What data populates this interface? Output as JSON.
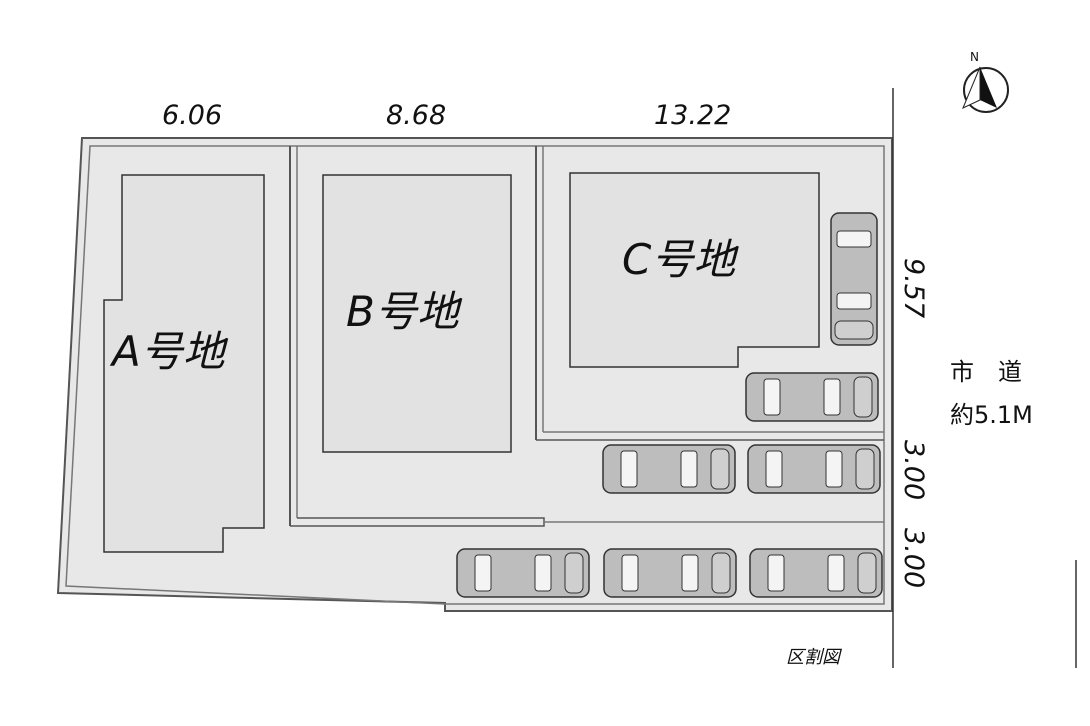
{
  "dimensions": {
    "top_a": "6.06",
    "top_b": "8.68",
    "top_c": "13.22",
    "side_c": "9.57",
    "side_park1": "3.00",
    "side_park2": "3.00"
  },
  "lots": {
    "a": "A号地",
    "b": "B号地",
    "c": "C号地"
  },
  "road": {
    "name": "市　道",
    "width": "約5.1M"
  },
  "compass": {
    "letter": "N",
    "icon": "north-arrow-icon"
  },
  "caption": "区割図",
  "parking_spaces": 7,
  "colors": {
    "lot_fill": "#e6e6e6",
    "line": "#555555",
    "car_body": "#bdbdbd"
  }
}
